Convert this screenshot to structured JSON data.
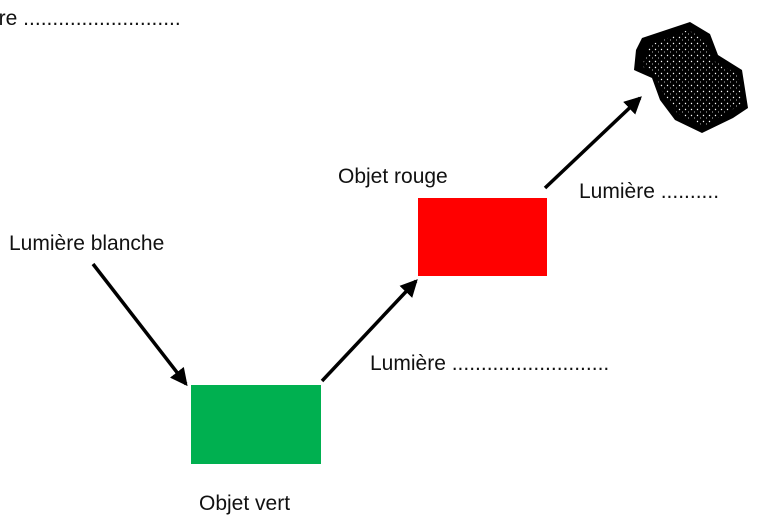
{
  "labels": {
    "top": "ère ...........................",
    "white_light": "Lumière blanche",
    "red_object": "Objet rouge",
    "right_light": "Lumière ..........",
    "middle_light": "Lumière ...........................",
    "green_object": "Objet vert"
  },
  "colors": {
    "green_object": "#00b050",
    "red_object": "#ff0000",
    "arrow": "#000000",
    "dark_object": "#000000"
  },
  "icons": {
    "arrowhead": "arrowhead-icon",
    "dark_object": "black-object-icon"
  }
}
